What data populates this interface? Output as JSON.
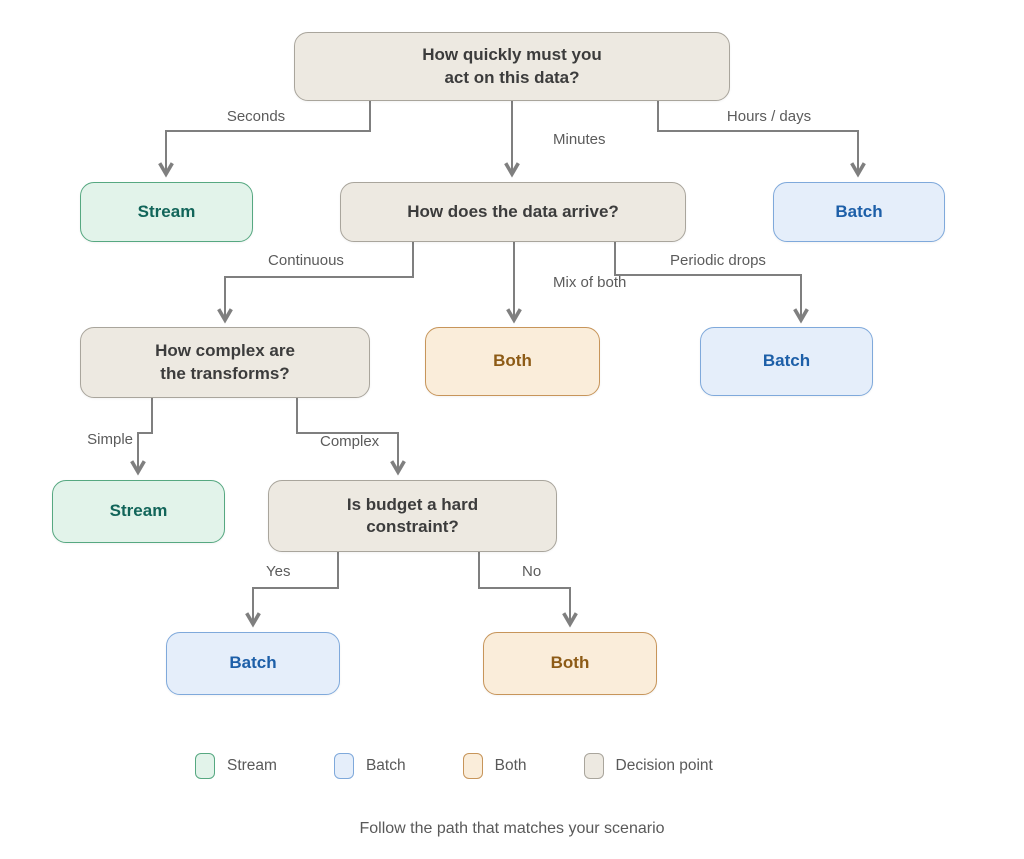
{
  "nodes": {
    "q_speed": {
      "type": "decision",
      "lines": [
        "How quickly must you",
        "act on this data?"
      ]
    },
    "stream_seconds": {
      "type": "stream",
      "label": "Stream"
    },
    "q_arrival": {
      "type": "decision",
      "label": "How does the data arrive?"
    },
    "batch_hours": {
      "type": "batch",
      "label": "Batch"
    },
    "q_complexity": {
      "type": "decision",
      "lines": [
        "How complex are",
        "the transforms?"
      ]
    },
    "both_mixed": {
      "type": "both",
      "label": "Both"
    },
    "batch_periodic": {
      "type": "batch",
      "label": "Batch"
    },
    "stream_simple": {
      "type": "stream",
      "label": "Stream"
    },
    "q_budget": {
      "type": "decision",
      "lines": [
        "Is budget a hard",
        "constraint?"
      ]
    },
    "batch_budget": {
      "type": "batch",
      "label": "Batch"
    },
    "both_no_budget": {
      "type": "both",
      "label": "Both"
    }
  },
  "edge_labels": {
    "seconds": "Seconds",
    "minutes": "Minutes",
    "hours_days": "Hours / days",
    "continuous": "Continuous",
    "mix_of_both": "Mix of both",
    "periodic_drops": "Periodic drops",
    "simple": "Simple",
    "complex": "Complex",
    "yes": "Yes",
    "no": "No"
  },
  "legend": {
    "items": [
      {
        "label": "Stream",
        "fill": "#E2F3EA",
        "border": "#56A881"
      },
      {
        "label": "Batch",
        "fill": "#E5EEFA",
        "border": "#7FA9DB"
      },
      {
        "label": "Both",
        "fill": "#FAEDDA",
        "border": "#C7955A"
      },
      {
        "label": "Decision point",
        "fill": "#EDE9E1",
        "border": "#A9A59C"
      }
    ]
  },
  "caption": "Follow the path that matches your scenario",
  "palette": {
    "line": "#7F7F7F",
    "edge_label_text": "#5B5B5B",
    "decision_text": "#3C3C3C",
    "stream_text": "#12655A",
    "batch_text": "#1D5FA8",
    "both_text": "#8D5B16"
  }
}
